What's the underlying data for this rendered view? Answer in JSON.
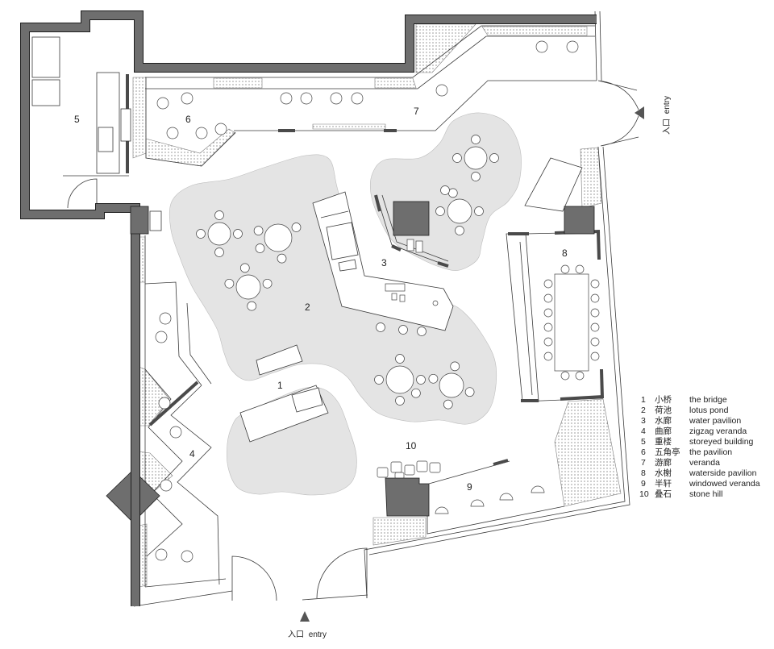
{
  "plan": {
    "labels": [
      "1",
      "2",
      "3",
      "4",
      "5",
      "6",
      "7",
      "8",
      "9",
      "10"
    ],
    "entries": [
      {
        "cn": "入口",
        "en": "entry"
      },
      {
        "cn": "入口",
        "en": "entry"
      }
    ]
  },
  "legend": {
    "items": [
      {
        "num": "1",
        "cn": "小桥",
        "en": "the bridge"
      },
      {
        "num": "2",
        "cn": "荷池",
        "en": "lotus pond"
      },
      {
        "num": "3",
        "cn": "水廊",
        "en": "water pavilion"
      },
      {
        "num": "4",
        "cn": "曲廊",
        "en": "zigzag veranda"
      },
      {
        "num": "5",
        "cn": "重楼",
        "en": "storeyed building"
      },
      {
        "num": "6",
        "cn": "五角亭",
        "en": "the pavilion"
      },
      {
        "num": "7",
        "cn": "游廊",
        "en": "veranda"
      },
      {
        "num": "8",
        "cn": "水榭",
        "en": "waterside pavilion"
      },
      {
        "num": "9",
        "cn": "半轩",
        "en": "windowed veranda"
      },
      {
        "num": "10",
        "cn": "叠石",
        "en": "stone hill"
      }
    ]
  },
  "colors": {
    "wall": "#6e6e6e",
    "pond": "#e4e4e4",
    "line": "#3a3a3a",
    "background": "#ffffff"
  }
}
